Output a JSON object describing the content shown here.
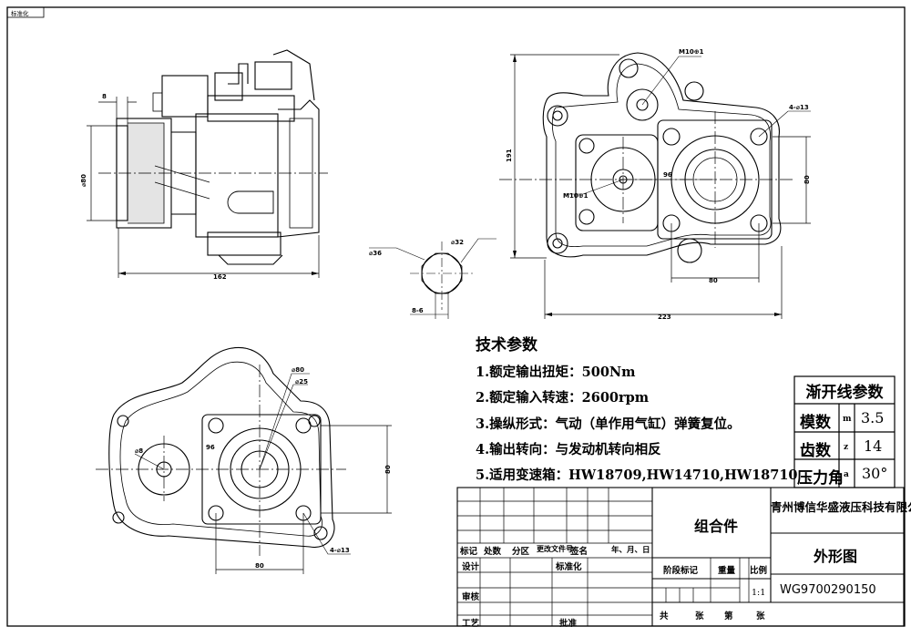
{
  "corner_label": "标准化",
  "dimensions": {
    "side_view_width": "162",
    "side_view_flange_offset": "8",
    "side_view_bore": "⌀80",
    "front_top_hole": "M10⊕1",
    "front_height": "191",
    "front_holes": "4-⌀13",
    "front_center_dist": "96",
    "front_side_hole": "M10⊕1",
    "front_square_h": "80",
    "front_square_w": "80",
    "front_width": "223",
    "spline_od": "⌀36",
    "spline_id": "⌀32",
    "spline_width": "8-6",
    "bottom_pilot": "⌀80",
    "bottom_spline": "⌀25",
    "bottom_hole": "⌀8",
    "bottom_center_dist": "96",
    "bottom_square_h": "80",
    "bottom_square_w": "80",
    "bottom_holes": "4-⌀13"
  },
  "tech_params": {
    "title": "技术参数",
    "lines": [
      "1.额定输出扭矩：500Nm",
      "2.额定输入转速：2600rpm",
      "3.操纵形式：气动（单作用气缸）弹簧复位。",
      "4.输出转向：与发动机转向相反",
      "5.适用变速箱：HW18709,HW14710,HW18710"
    ]
  },
  "spline_params": {
    "title": "渐开线参数",
    "rows": [
      {
        "name": "模数",
        "symbol": "m",
        "value": "3.5"
      },
      {
        "name": "齿数",
        "symbol": "z",
        "value": "14"
      },
      {
        "name": "压力角",
        "symbol": "a",
        "value": "30°"
      }
    ]
  },
  "title_block": {
    "rev_headers": [
      "标记",
      "处数",
      "分区",
      "更改文件号",
      "签名",
      "年、月、日"
    ],
    "design": "设计",
    "standardize": "标准化",
    "review": "审核",
    "process": "工艺",
    "approve": "批准",
    "stage_mark": "阶段标记",
    "weight": "重量",
    "scale": "比例",
    "scale_value": "1:1",
    "assembly": "组合件",
    "company": "青州博信华盛液压科技有限公司",
    "drawing_name": "外形图",
    "drawing_number": "WG9700290150",
    "total": "共",
    "sheets_a": "张",
    "page": "第",
    "sheets_b": "张"
  }
}
